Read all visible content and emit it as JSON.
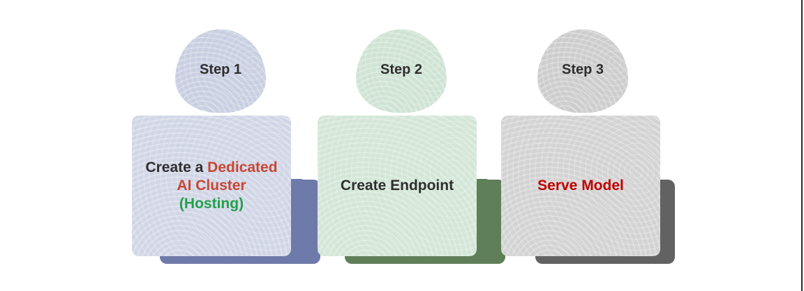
{
  "steps": [
    {
      "label": "Step 1",
      "lines": [
        [
          {
            "text": "Create a ",
            "color": "#2e2e2e"
          },
          {
            "text": "Dedicated",
            "color": "#c74634"
          }
        ],
        [
          {
            "text": "AI Cluster",
            "color": "#c74634"
          }
        ],
        [
          {
            "text": "(Hosting)",
            "color": "#22a04a"
          }
        ]
      ]
    },
    {
      "label": "Step 2",
      "lines": [
        [
          {
            "text": "Create Endpoint",
            "color": "#2e2e2e"
          }
        ]
      ]
    },
    {
      "label": "Step 3",
      "lines": [
        [
          {
            "text": "Serve Model",
            "color": "#c00000"
          }
        ]
      ]
    }
  ]
}
